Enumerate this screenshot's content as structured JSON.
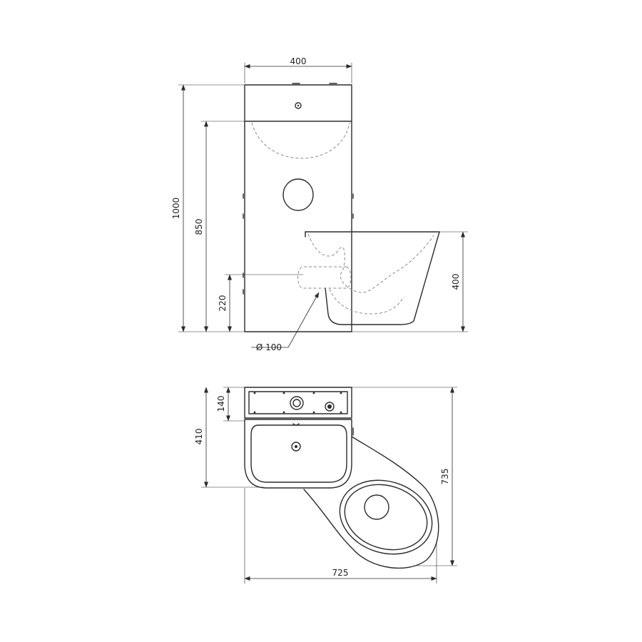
{
  "side_view": {
    "width": "400",
    "height_total": "1000",
    "basin_height": "850",
    "pipe_height": "220",
    "bowl_height": "400",
    "pipe_diameter": "Ø 100"
  },
  "plan_view": {
    "panel_depth": "140",
    "basin_depth": "410",
    "total_depth": "735",
    "total_width": "725"
  }
}
